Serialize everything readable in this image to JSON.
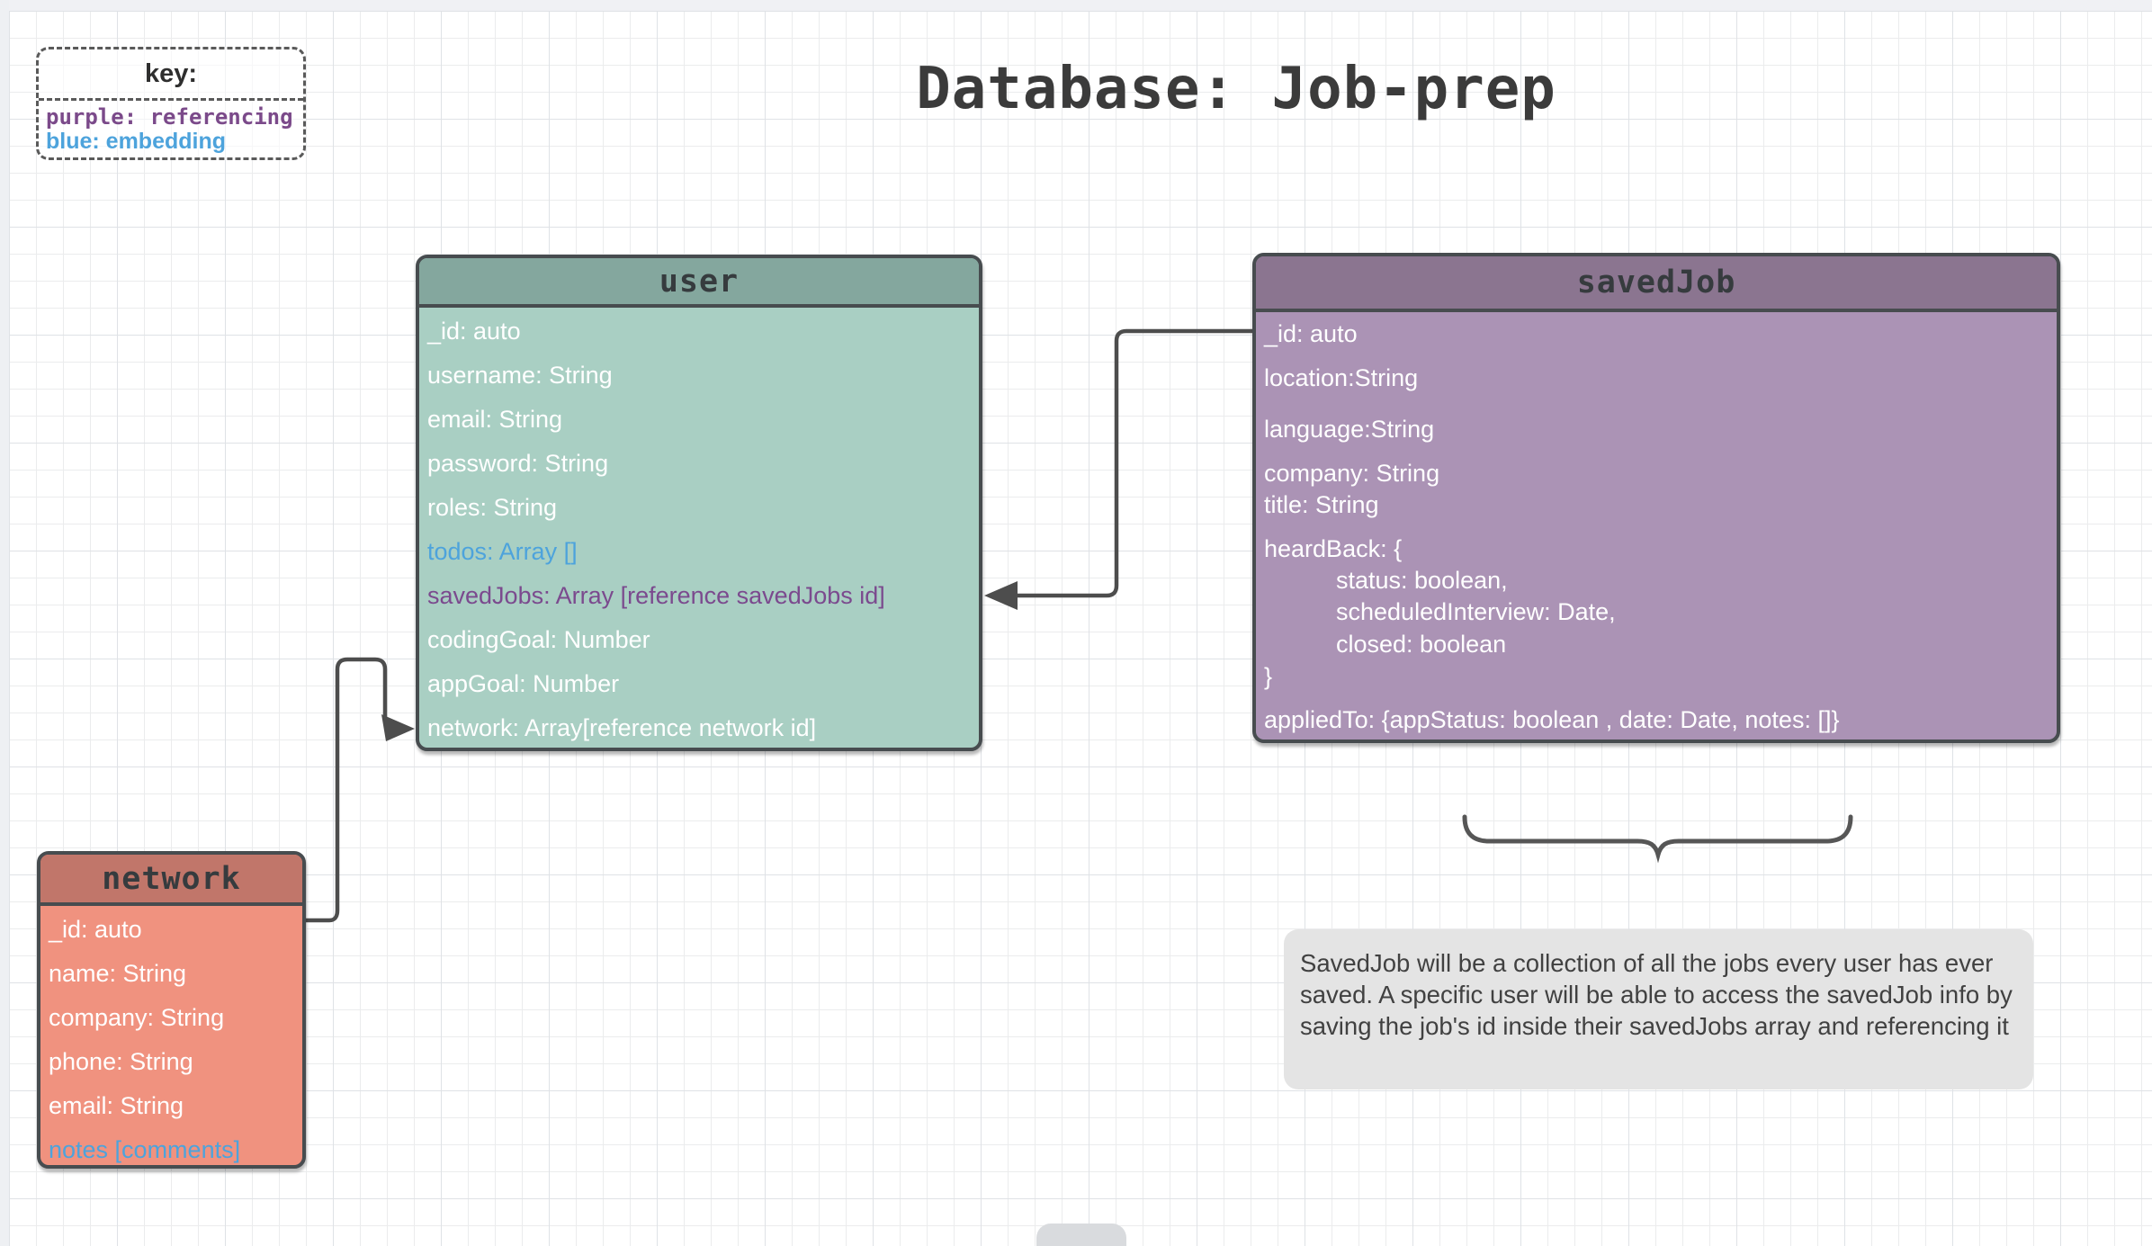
{
  "diagram": {
    "title": "Database: Job-prep"
  },
  "key_legend": {
    "title": "key:",
    "entries": [
      {
        "text": "purple: referencing",
        "color": "#7b4a8a",
        "mono": true
      },
      {
        "text": "blue: embedding",
        "color": "#4da3dc"
      }
    ]
  },
  "entities": {
    "user": {
      "title": "user",
      "rows": [
        {
          "text": "_id: auto"
        },
        {
          "text": "username: String"
        },
        {
          "text": "email: String"
        },
        {
          "text": "password: String"
        },
        {
          "text": "roles: String"
        },
        {
          "text": "todos: Array []",
          "color": "#4da3dc"
        },
        {
          "text": "savedJobs: Array [reference savedJobs id]",
          "color": "#7b4a8e"
        },
        {
          "text": "codingGoal: Number"
        },
        {
          "text": "appGoal: Number"
        },
        {
          "text": "network: Array[reference network id]"
        }
      ]
    },
    "savedJob": {
      "title": "savedJob",
      "rows": [
        {
          "text": "_id: auto",
          "gap": 5
        },
        {
          "text": "location:String",
          "gap": 14
        },
        {
          "text": "language:String",
          "gap": 22
        },
        {
          "text": "company: String",
          "gap": 14
        },
        {
          "text": "title: String",
          "gap": 0
        },
        {
          "text": "heardBack: {",
          "gap": 14
        },
        {
          "text": "status: boolean,",
          "indent": true,
          "gap": 0
        },
        {
          "text": "scheduledInterview: Date,",
          "indent": true,
          "gap": 0
        },
        {
          "text": "closed: boolean",
          "indent": true,
          "gap": 1
        },
        {
          "text": "}",
          "gap": 1
        },
        {
          "text": "appliedTo: {appStatus: boolean , date: Date, notes: []}",
          "gap": 13
        }
      ]
    },
    "network": {
      "title": "network",
      "rows": [
        {
          "text": "_id: auto"
        },
        {
          "text": "name: String"
        },
        {
          "text": "company: String"
        },
        {
          "text": "phone: String"
        },
        {
          "text": "email: String"
        },
        {
          "text": "notes [comments]",
          "color": "#4da3dc"
        }
      ]
    }
  },
  "note": {
    "text": "SavedJob will be a collection of all the jobs every user has ever saved. A specific user will be able to access the savedJob info by saving the job's id inside their savedJobs array and referencing it"
  },
  "colors": {
    "reference_purple": "#7b4a8a",
    "embedding_blue": "#4da3dc",
    "user_header": "#84a79e",
    "user_body": "#a9cfc3",
    "savedjob_header": "#8b7590",
    "savedjob_body": "#ab93b5",
    "network_header": "#c1766a",
    "network_body": "#f0927f",
    "connector": "#4d4d4d",
    "note_background": "#e4e4e4"
  }
}
